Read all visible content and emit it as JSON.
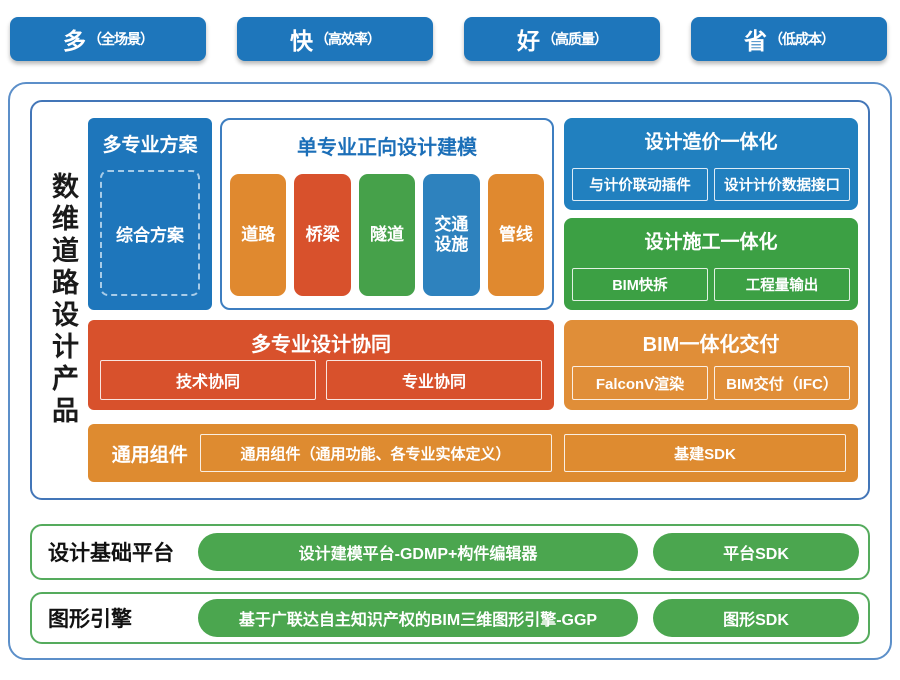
{
  "top_buttons": [
    {
      "main": "多",
      "sub": "（全场景）"
    },
    {
      "main": "快",
      "sub": "（高效率）"
    },
    {
      "main": "好",
      "sub": "（高质量）"
    },
    {
      "main": "省",
      "sub": "（低成本）"
    }
  ],
  "product": {
    "vertical_title": "数维道路设计产品",
    "multi_scheme": {
      "title": "多专业方案",
      "item": "综合方案"
    },
    "single_modeling": {
      "title": "单专业正向设计建模",
      "chips": [
        {
          "label": "道路",
          "color": "#E0892F"
        },
        {
          "label": "桥梁",
          "color": "#D8512C"
        },
        {
          "label": "隧道",
          "color": "#46A14A"
        },
        {
          "label": "交通设施",
          "color": "#2E82BE"
        },
        {
          "label": "管线",
          "color": "#E0892F"
        }
      ]
    },
    "cost_integration": {
      "title": "设计造价一体化",
      "items": [
        "与计价联动插件",
        "设计计价数据接口"
      ]
    },
    "construction_integration": {
      "title": "设计施工一体化",
      "items": [
        "BIM快拆",
        "工程量输出"
      ]
    },
    "collaboration": {
      "title": "多专业设计协同",
      "items": [
        "技术协同",
        "专业协同"
      ]
    },
    "bim_delivery": {
      "title": "BIM一体化交付",
      "items": [
        "FalconV渲染",
        "BIM交付（IFC）"
      ]
    },
    "common_components": {
      "label": "通用组件",
      "items": [
        "通用组件（通用功能、各专业实体定义）",
        "基建SDK"
      ]
    }
  },
  "platform_row": {
    "label": "设计基础平台",
    "main": "设计建模平台-GDMP+构件编辑器",
    "sdk": "平台SDK"
  },
  "engine_row": {
    "label": "图形引擎",
    "main": "基于广联达自主知识产权的BIM三维图形引擎-GGP",
    "sdk": "图形SDK"
  },
  "colors": {
    "primary_blue": "#1E76BB",
    "light_blue": "#2180BF",
    "chip_blue": "#2E82BE",
    "red_orange": "#D8512C",
    "orange": "#E0892F",
    "delivery_orange": "#E08E38",
    "common_orange": "#DE8B30",
    "green": "#3CA044",
    "pill_green": "#4BA64F",
    "outer_border_blue": "#5C8FC9",
    "main_border_blue": "#4376B8",
    "green_border": "#55AB5D"
  }
}
